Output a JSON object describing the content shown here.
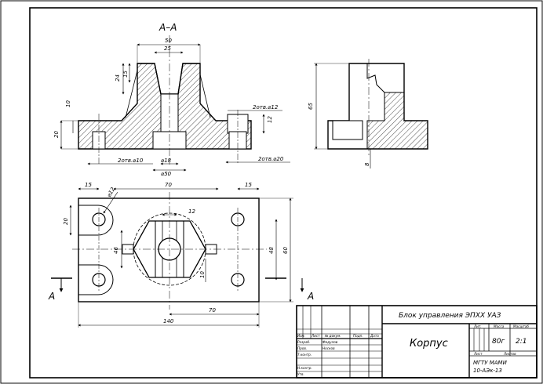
{
  "section_label": "A–A",
  "cut_marks": {
    "left": "A",
    "right": "A"
  },
  "dimensions": {
    "top_width_50": "50",
    "top_width_25": "25",
    "height_24": "24",
    "height_15": "15",
    "height_10": "10",
    "height_20": "20",
    "chamfer_holes_12": "2отв.⌀12",
    "height_12": "12",
    "holes_10": "2отв.⌀10",
    "dia_18": "⌀18",
    "dia_50": "⌀50",
    "holes_20": "2отв.⌀20",
    "side_height_65": "65",
    "side_8": "8",
    "plan_15_left": "15",
    "plan_70_top": "70",
    "plan_15_right": "15",
    "plan_dia_12": "⌀12",
    "plan_20": "20",
    "plan_12": "12",
    "plan_46": "46",
    "plan_48": "48",
    "plan_60": "60",
    "plan_10": "10",
    "plan_70_bottom": "70",
    "plan_140": "140"
  },
  "title_block": {
    "drawing_title": "Блок управления ЭПХХ УАЗ",
    "part_name": "Корпус",
    "columns": {
      "lit": "Лит.",
      "mass": "Масса",
      "scale": "Масштаб"
    },
    "mass_value": "80г",
    "scale_value": "2:1",
    "sheet": "Лист",
    "sheets": "Листов",
    "organization": "МГТУ МАМИ",
    "group": "10-АЭк-13",
    "rev_headers": {
      "izm": "Изм.",
      "list": "Лист",
      "doc": "№ докум.",
      "sign": "Подп.",
      "date": "Дата"
    },
    "rows": [
      {
        "role": "Разраб.",
        "name": "Федулов"
      },
      {
        "role": "Пров.",
        "name": "Носков"
      },
      {
        "role": "Т.контр.",
        "name": ""
      },
      {
        "role": "Н.контр.",
        "name": ""
      },
      {
        "role": "Утв.",
        "name": ""
      }
    ]
  }
}
